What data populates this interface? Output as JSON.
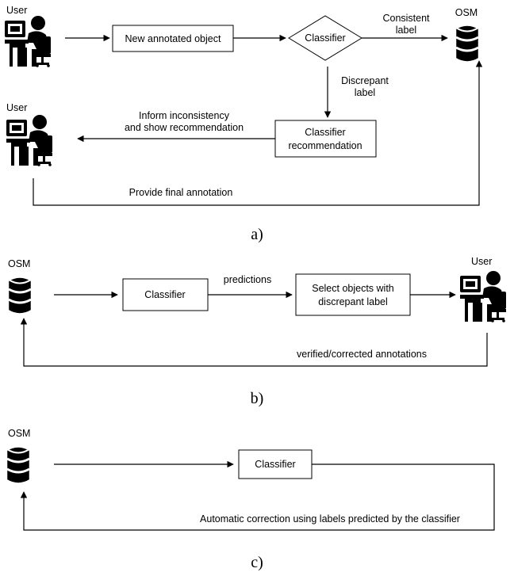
{
  "panel_a": {
    "user_top_label": "User",
    "new_object_label": "New annotated object",
    "classifier_label": "Classifier",
    "consistent_label_l1": "Consistent",
    "consistent_label_l2": "label",
    "osm_label": "OSM",
    "discrepant_label_l1": "Discrepant",
    "discrepant_label_l2": "label",
    "user_bottom_label": "User",
    "inform_l1": "Inform inconsistency",
    "inform_l2": "and show recommendation",
    "recommendation_l1": "Classifier",
    "recommendation_l2": "recommendation",
    "final_annotation_label": "Provide final annotation",
    "caption": "a)"
  },
  "panel_b": {
    "osm_label": "OSM",
    "classifier_label": "Classifier",
    "predictions_label": "predictions",
    "select_l1": "Select objects with",
    "select_l2": "discrepant label",
    "user_label": "User",
    "verified_label": "verified/corrected annotations",
    "caption": "b)"
  },
  "panel_c": {
    "osm_label": "OSM",
    "classifier_label": "Classifier",
    "automatic_label": "Automatic correction using labels predicted by the classifier",
    "caption": "c)"
  },
  "icons": {
    "user": "user-at-computer-icon",
    "database": "database-icon"
  }
}
